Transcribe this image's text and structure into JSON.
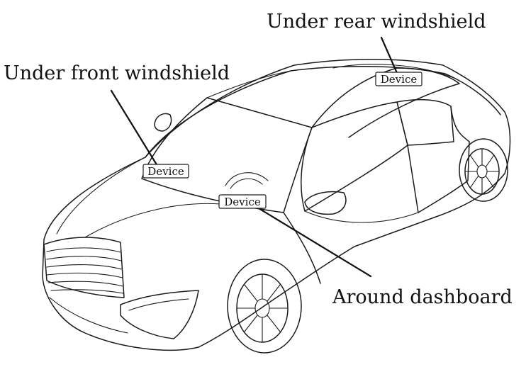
{
  "colors": {
    "ink": "#1a1a1a",
    "background": "#ffffff"
  },
  "labels": {
    "rear": "Under rear windshield",
    "front": "Under front windshield",
    "dashboard": "Around dashboard"
  },
  "devices": {
    "rear": "Device",
    "front": "Device",
    "dashboard": "Device"
  }
}
